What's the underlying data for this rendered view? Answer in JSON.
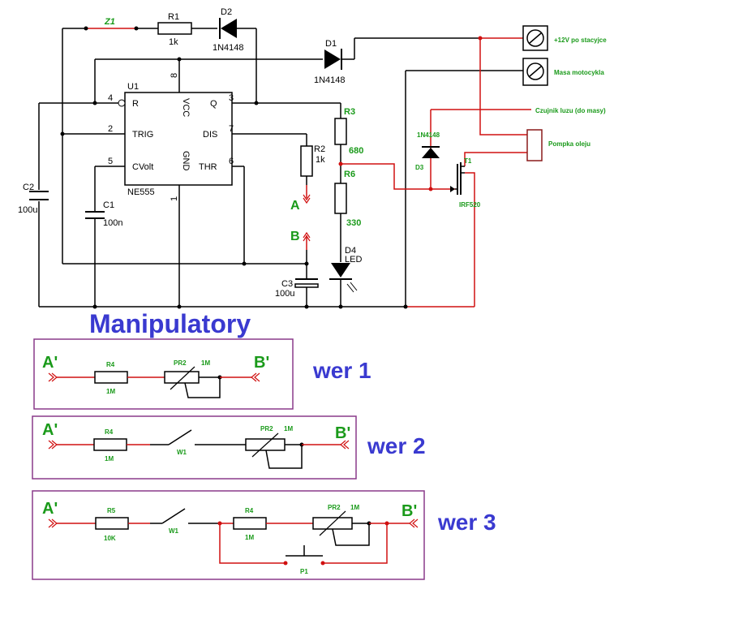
{
  "labels": {
    "z1": "Z1",
    "r1": "R1",
    "r1_val": "1k",
    "d2": "D2",
    "d2_val": "1N4148",
    "d1": "D1",
    "d1_val": "1N4148",
    "u1": "U1",
    "ic": "NE555",
    "pin_r": "R",
    "pin_vcc": "VCC",
    "pin_q": "Q",
    "pin_trig": "TRIG",
    "pin_dis": "DIS",
    "pin_cvolt": "CVolt",
    "pin_gnd": "GND",
    "pin_thr": "THR",
    "pin4": "4",
    "pin8": "8",
    "pin3": "3",
    "pin2": "2",
    "pin7": "7",
    "pin5": "5",
    "pin6": "6",
    "pin1": "1",
    "r2": "R2",
    "r2_val": "1k",
    "r3": "R3",
    "r3_val": "680",
    "r6": "R6",
    "r6_val": "330",
    "d4": "D4",
    "d4_val": "LED",
    "c1": "C1",
    "c1_val": "100n",
    "c2": "C2",
    "c2_val": "100u",
    "c3": "C3",
    "c3_val": "100u",
    "a": "A",
    "b": "B",
    "d3": "D3",
    "d3_val": "1N4148",
    "t1": "T1",
    "t1_val": "IRF520",
    "conn1": "+12V po stacyjce",
    "conn2": "Masa motocykla",
    "czujnik": "Czujnik luzu (do masy)",
    "pompka": "Pompka oleju",
    "manip_title": "Manipulatory"
  },
  "variants": {
    "v1": {
      "title": "wer 1",
      "a": "A'",
      "b": "B'",
      "r4": "R4",
      "r4_val": "1M",
      "pr2": "PR2",
      "pr2_val": "1M"
    },
    "v2": {
      "title": "wer 2",
      "a": "A'",
      "b": "B'",
      "r4": "R4",
      "r4_val": "1M",
      "w1": "W1",
      "pr2": "PR2",
      "pr2_val": "1M"
    },
    "v3": {
      "title": "wer 3",
      "a": "A'",
      "b": "B'",
      "r5": "R5",
      "r5_val": "10K",
      "w1": "W1",
      "r4": "R4",
      "r4_val": "1M",
      "pr2": "PR2",
      "pr2_val": "1M",
      "p1": "P1"
    }
  },
  "colors": {
    "wire": "#000000",
    "red_wire": "#d01010",
    "green_label": "#1a9a1a",
    "blue_title": "#3a3ad0",
    "frame": "#8a3a8a"
  }
}
